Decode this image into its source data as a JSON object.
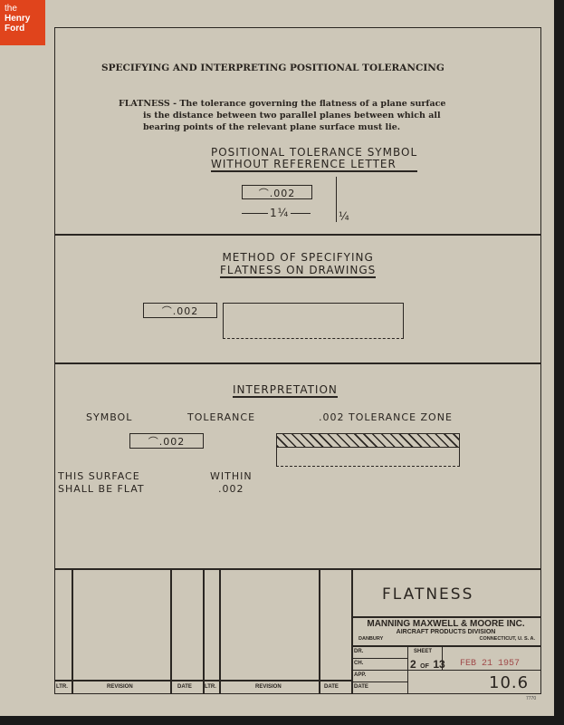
{
  "logo": {
    "line1": "the",
    "line2": "Henry",
    "line3": "Ford"
  },
  "title": "SPECIFYING AND INTERPRETING POSITIONAL TOLERANCING",
  "definition": {
    "term": "FLATNESS -",
    "line1": "The tolerance governing the flatness of a plane surface",
    "line2": "is the distance between two parallel planes between which all",
    "line3": "bearing points of the relevant plane surface must lie."
  },
  "section1": {
    "heading1": "POSITIONAL TOLERANCE SYMBOL",
    "heading2": "WITHOUT REFERENCE LETTER",
    "symbol": "⌒.002",
    "dim_width": "1¼",
    "dim_height": "¼"
  },
  "section2": {
    "heading1": "METHOD OF SPECIFYING",
    "heading2": "FLATNESS ON DRAWINGS",
    "symbol": "⌒.002"
  },
  "section3": {
    "heading": "INTERPRETATION",
    "symbol_label": "SYMBOL",
    "tolerance_label": "TOLERANCE",
    "symbol": "⌒.002",
    "zone_label": ".002 TOLERANCE ZONE",
    "surface_label1": "THIS SURFACE",
    "surface_label2": "SHALL BE FLAT",
    "within1": "WITHIN",
    "within2": ".002"
  },
  "title_block": {
    "drawing_title": "FLATNESS",
    "company": "MANNING MAXWELL & MOORE INC.",
    "division": "AIRCRAFT PRODUCTS DIVISION",
    "city": "DANBURY",
    "state": "CONNECTICUT, U. S. A.",
    "dr": "DR.",
    "ch": "CH.",
    "app": "APP.",
    "date": "DATE",
    "sheet_label": "SHEET",
    "sheet": "2",
    "of": "OF",
    "sheet_total": "13",
    "stamp_date": "FEB 21 1957",
    "number": "10.6",
    "form_no": "7770",
    "revision_headers": [
      "LTR.",
      "REVISION",
      "DATE",
      "LTR.",
      "REVISION",
      "DATE"
    ]
  }
}
